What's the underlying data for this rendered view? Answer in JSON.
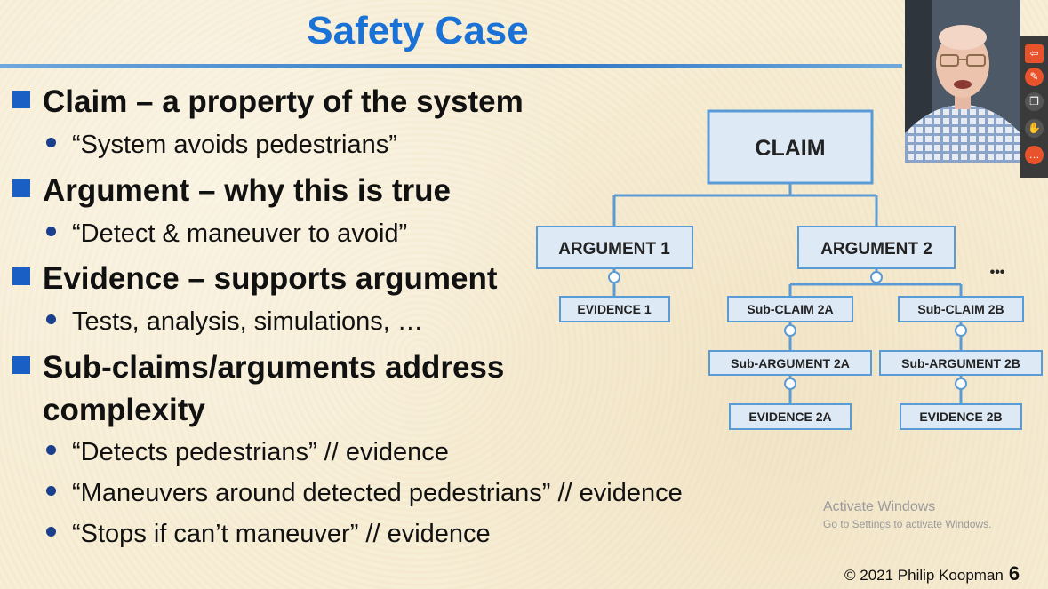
{
  "slide": {
    "title": "Safety Case",
    "bullets": [
      "Claim – a property of the system",
      "“System avoids pedestrians”",
      "Argument – why this is true",
      "“Detect & maneuver to avoid”",
      "Evidence – supports argument",
      "Tests, analysis, simulations, …",
      "Sub-claims/arguments address",
      "complexity",
      "“Detects pedestrians” // evidence",
      "“Maneuvers around detected pedestrians” // evidence",
      "“Stops if can’t maneuver” // evidence"
    ],
    "diagram": {
      "claim": "CLAIM",
      "argument1": "ARGUMENT 1",
      "argument2": "ARGUMENT 2",
      "evidence1": "EVIDENCE 1",
      "subclaim2a": "Sub-CLAIM 2A",
      "subclaim2b": "Sub-CLAIM 2B",
      "subargument2a": "Sub-ARGUMENT 2A",
      "subargument2b": "Sub-ARGUMENT 2B",
      "evidence2a": "EVIDENCE 2A",
      "evidence2b": "EVIDENCE 2B",
      "ellipsis": "•••"
    },
    "footer": {
      "copyright": "© 2021 Philip Koopman",
      "page_number": "6"
    }
  },
  "overlay": {
    "watermark_line1": "Activate Windows",
    "watermark_line2": "Go to Settings to activate Windows.",
    "toolbar_icons": [
      "exit-icon",
      "microphone-muted-icon",
      "screen-share-icon",
      "raise-hand-icon",
      "chat-icon"
    ]
  },
  "colors": {
    "title_blue": "#1a72d6",
    "box_border": "#5b9bd5",
    "box_fill": "#dde9f5",
    "bullet_square": "#1a5fc4",
    "toolbar_accent": "#e8532b"
  }
}
